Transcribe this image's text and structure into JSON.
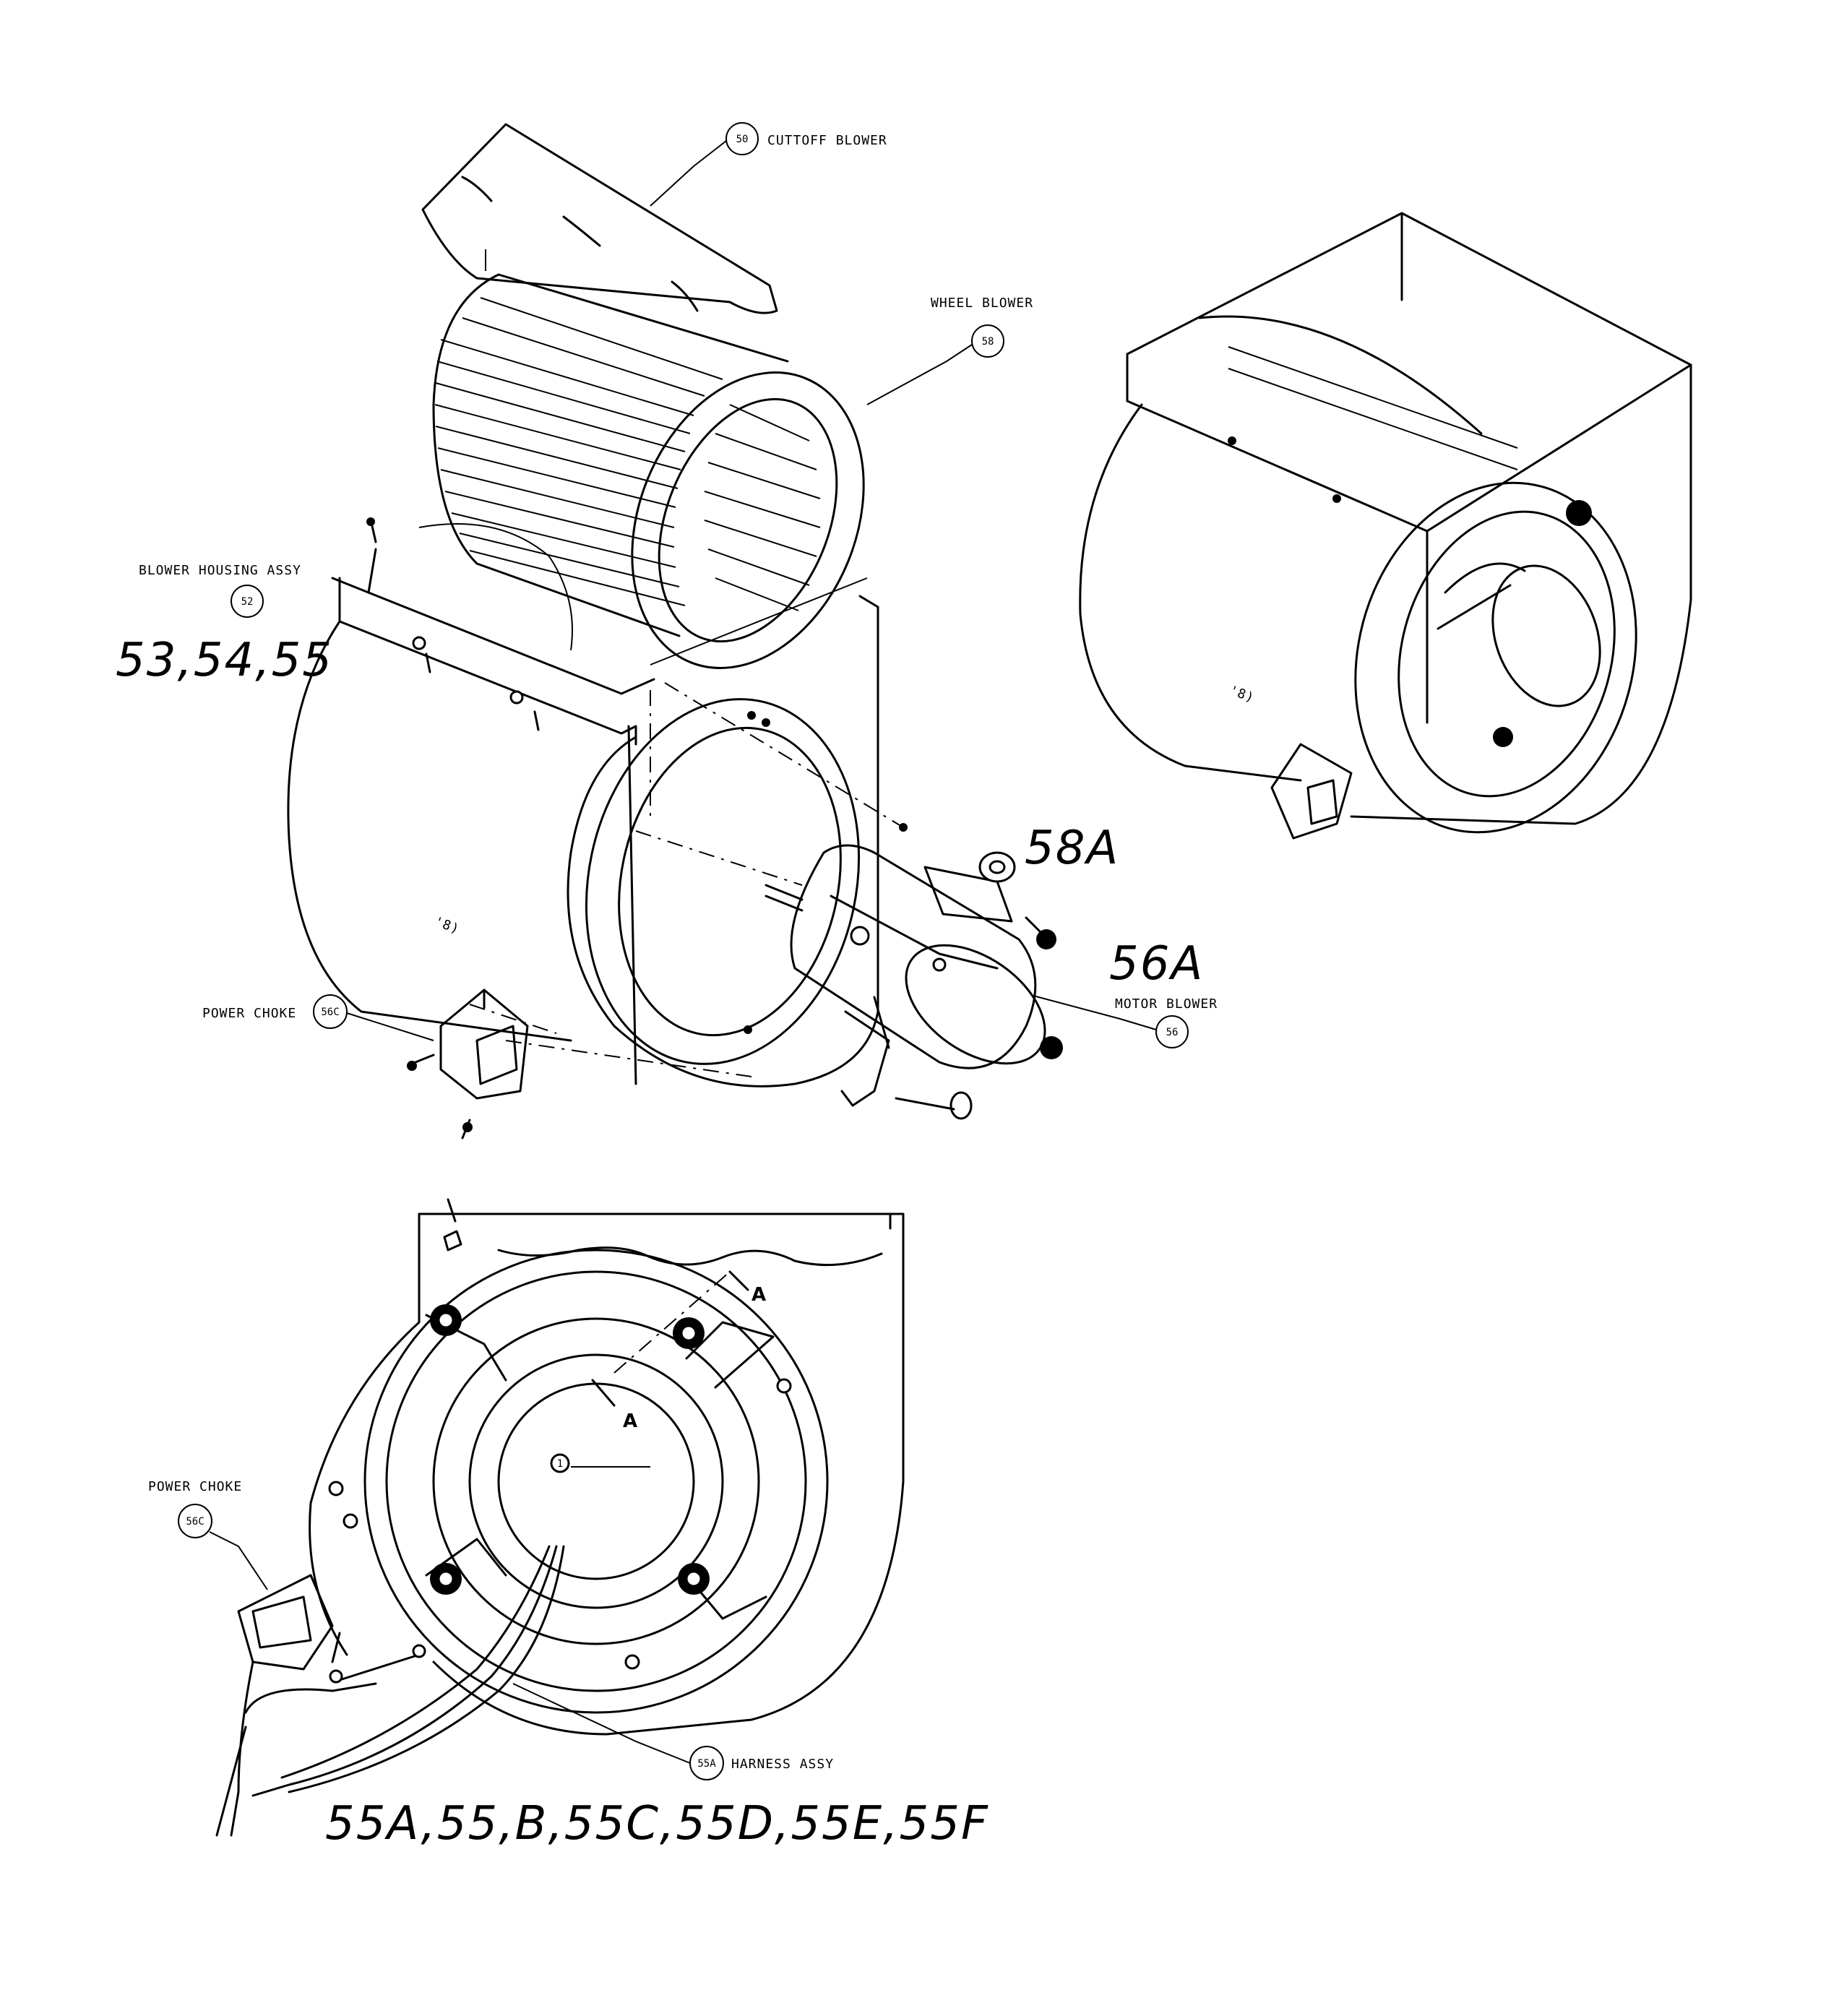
{
  "callouts": {
    "cutoff_blower": {
      "number": "50",
      "label": "CUTTOFF BLOWER"
    },
    "wheel_blower": {
      "number": "58",
      "label": "WHEEL BLOWER"
    },
    "blower_housing": {
      "number": "52",
      "label": "BLOWER HOUSING ASSY"
    },
    "power_choke_top": {
      "number": "56C",
      "label": "POWER CHOKE"
    },
    "motor_blower": {
      "number": "56",
      "label": "MOTOR BLOWER"
    },
    "power_choke_bottom": {
      "number": "56C",
      "label": "POWER CHOKE"
    },
    "harness": {
      "number": "55A",
      "label": "HARNESS ASSY"
    },
    "motor_center": {
      "number": "1"
    }
  },
  "handwritten": {
    "housing_parts": "53,54,55",
    "mount_part": "58A",
    "motor_part": "56A",
    "harness_parts": "55A,55,B,55C,55D,55E,55F"
  },
  "section_marks": {
    "upper": "A",
    "lower": "A"
  }
}
